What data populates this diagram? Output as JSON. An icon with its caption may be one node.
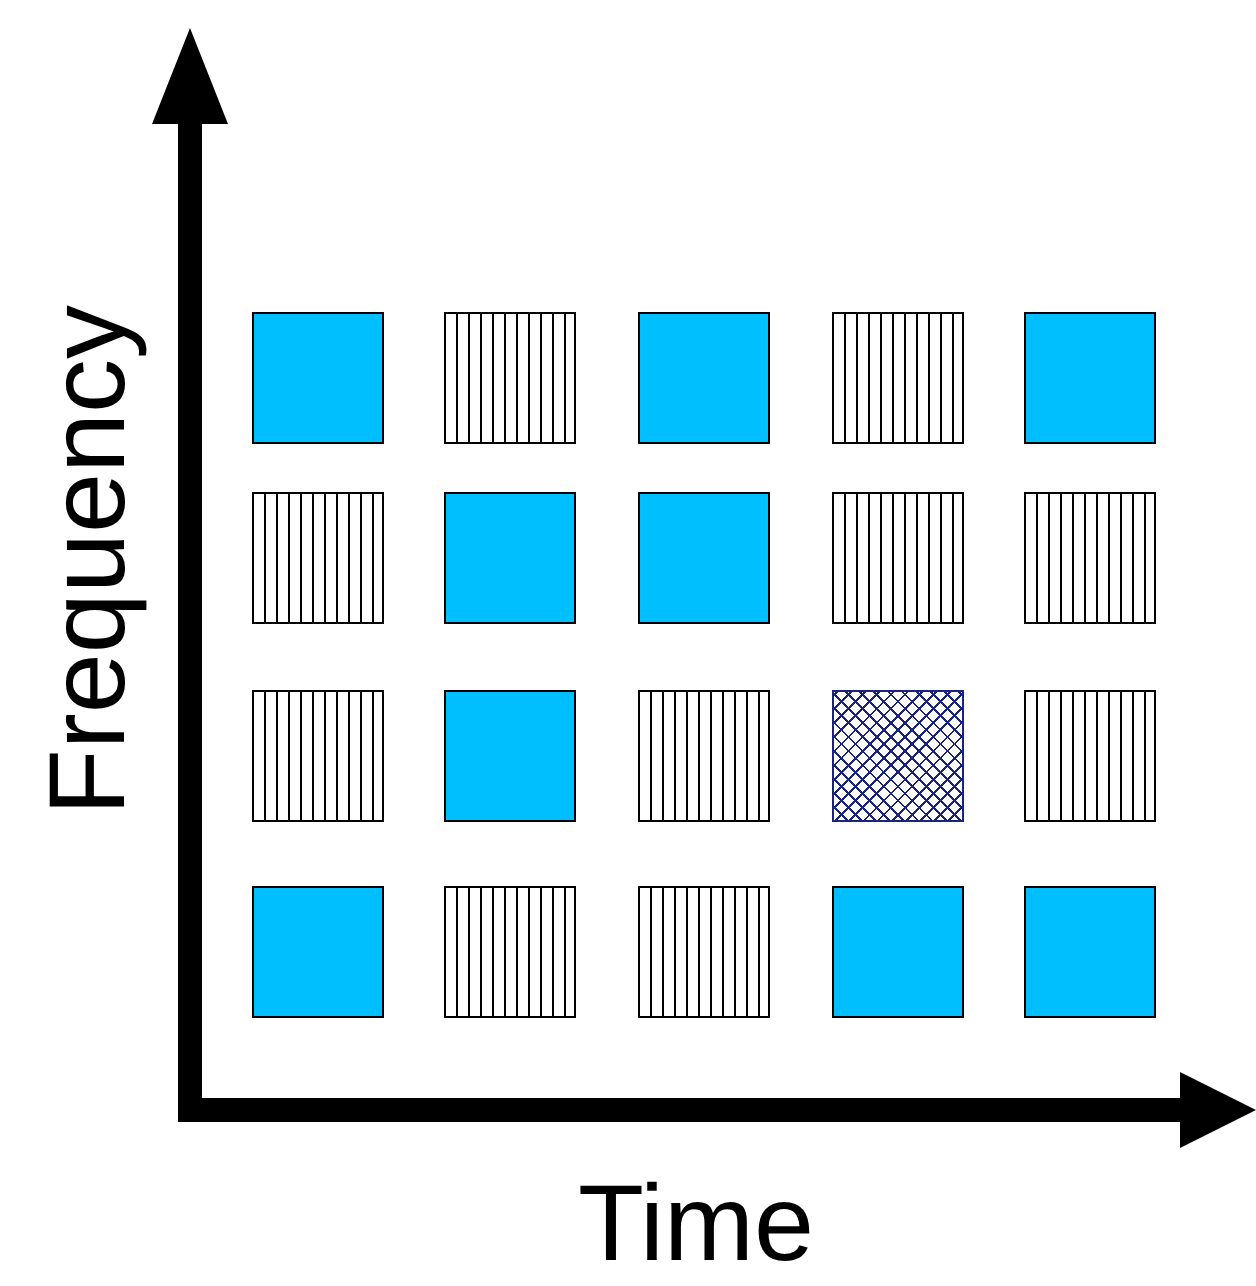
{
  "diagram": {
    "nodes": [
      {
        "text": [],
        "shape": "box"
      },
      {
        "text": [],
        "shape": "box"
      },
      {
        "text": [],
        "shape": "box"
      },
      {
        "text": [],
        "shape": "box"
      },
      {
        "text": [],
        "shape": "box"
      },
      {
        "text": [],
        "shape": "box"
      },
      {
        "text": [],
        "shape": "box"
      },
      {
        "text": [],
        "shape": "box"
      },
      {
        "text": [],
        "shape": "box"
      },
      {
        "text": [],
        "shape": "box"
      },
      {
        "text": [],
        "shape": "box"
      },
      {
        "text": [],
        "shape": "box"
      },
      {
        "text": [],
        "shape": "box"
      },
      {
        "text": [],
        "shape": "box"
      },
      {
        "text": [],
        "shape": "box"
      },
      {
        "text": [],
        "shape": "box"
      },
      {
        "text": [],
        "shape": "box"
      },
      {
        "text": [],
        "shape": "box"
      },
      {
        "text": [],
        "shape": "box"
      },
      {
        "text": [],
        "shape": "box"
      }
    ],
    "edges": [],
    "labels": [
      "Frequency",
      "Time"
    ]
  }
}
